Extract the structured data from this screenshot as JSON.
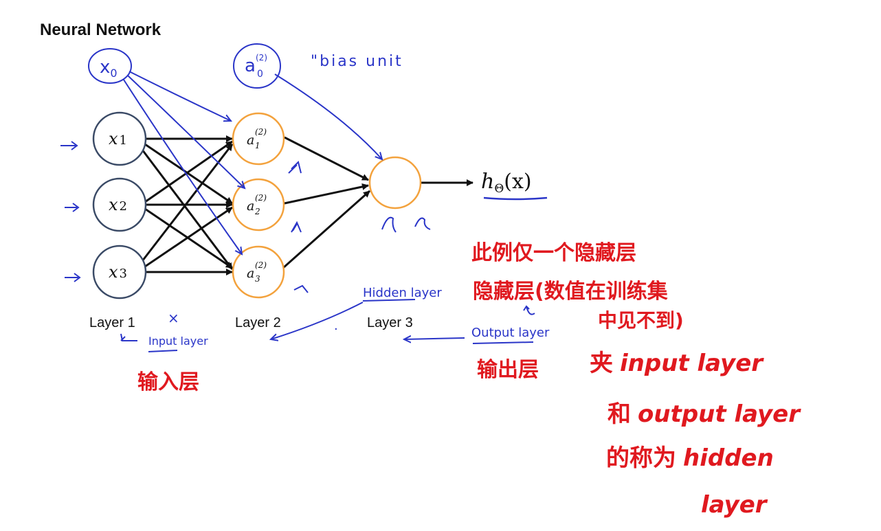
{
  "title": "Neural Network",
  "nodes": {
    "input": [
      {
        "base": "x",
        "sub": "1"
      },
      {
        "base": "x",
        "sub": "2"
      },
      {
        "base": "x",
        "sub": "3"
      }
    ],
    "hidden": [
      {
        "base": "a",
        "sub": "1",
        "sup": "(2)"
      },
      {
        "base": "a",
        "sub": "2",
        "sup": "(2)"
      },
      {
        "base": "a",
        "sub": "3",
        "sup": "(2)"
      }
    ],
    "output_label": {
      "h": "h",
      "sub": "Θ",
      "arg": "(x)"
    }
  },
  "layers": {
    "layer1": "Layer 1",
    "layer2": "Layer 2",
    "layer3": "Layer 3"
  },
  "annotations": {
    "bias_input": {
      "base": "x",
      "sub": "0"
    },
    "bias_hidden": {
      "base": "a",
      "sub": "0",
      "sup": "(2)"
    },
    "bias_unit": "\"bias unit",
    "input_layer": "Input layer",
    "hidden_layer": "Hidden layer",
    "output_layer": "Output layer",
    "x_mark": "×",
    "dot_mark": "."
  },
  "notes_cn": {
    "line1": "此例仅一个隐藏层",
    "line2": "隐藏层(数值在训练集",
    "line3": "中见不到)",
    "input_cn": "输入层",
    "output_cn": "输出层"
  },
  "notes_mixed": {
    "line1_cn": "夹",
    "line1_en": "input layer",
    "line2_cn": "和",
    "line2_en": "output layer",
    "line3_cn": "的称为",
    "line3_en": "hidden",
    "line4_en": "layer"
  },
  "colors": {
    "ink_black": "#111111",
    "ink_blue": "#2a35c8",
    "ink_red": "#e0191f",
    "input_node": "#3a4a66",
    "hidden_node": "#f3a23d"
  }
}
